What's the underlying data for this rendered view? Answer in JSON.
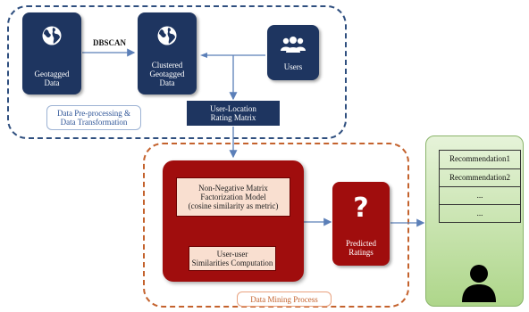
{
  "regions": {
    "preprocessing_label": [
      "Data Pre-processing &",
      "Data Transformation"
    ],
    "mining_label": "Data Mining Process"
  },
  "nodes": {
    "geotagged": [
      "Geotagged",
      "Data"
    ],
    "clustered": [
      "Clustered",
      "Geotagged",
      "Data"
    ],
    "users": "Users",
    "rating_matrix": [
      "User-Location",
      "Rating Matrix"
    ],
    "nmf": [
      "Non-Negative Matrix",
      "Factorization Model",
      "(cosine similarity as metric)"
    ],
    "similarity": [
      "User-user",
      "Similarities Computation"
    ],
    "predicted": [
      "Predicted",
      "Ratings"
    ]
  },
  "edges": {
    "dbscan_label": "DBSCAN"
  },
  "recommendations": [
    "Recommendation1",
    "Recommendation2",
    "...",
    "..."
  ],
  "icons": {
    "globe": "globe-icon",
    "users": "users-icon",
    "question": "question-icon",
    "person": "person-icon"
  },
  "colors": {
    "navy": "#1e3560",
    "dark_red": "#a00d0d",
    "peach": "#f9dfd0",
    "blue_dash": "#2f4f7f",
    "orange_dash": "#c4622d",
    "green_panel": "#aed68a",
    "connector": "#5b7fb8"
  }
}
